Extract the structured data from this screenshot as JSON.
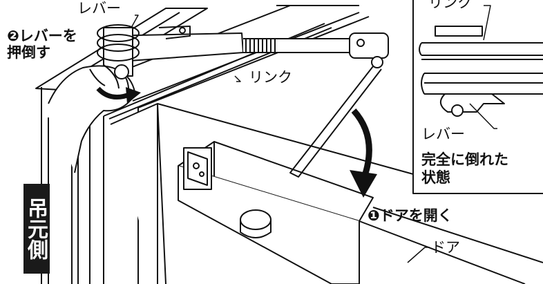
{
  "labels": {
    "lever_top": "レバー",
    "step2": "❷レバーを\n押倒す",
    "link_main": "リンク",
    "link_inset": "リンク",
    "lever_inset": "レバー",
    "fully_down": "完全に倒れた\n状態",
    "step1": "❶ドアを開く",
    "door": "ドア",
    "side_badge": "吊元側"
  },
  "icons": [
    "curved-arrow-icon",
    "rotate-arrow-icon"
  ]
}
